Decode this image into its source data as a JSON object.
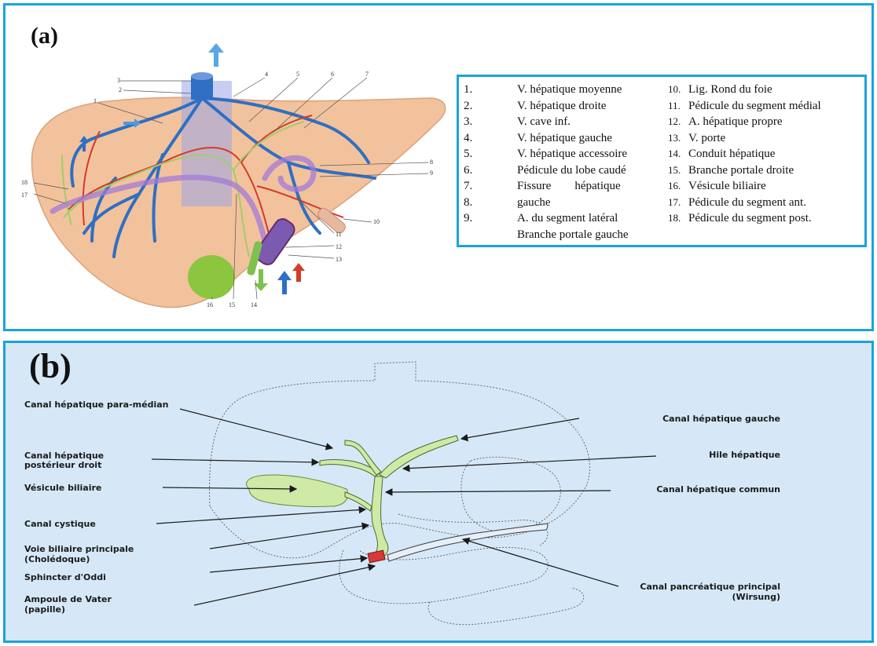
{
  "panel_a": {
    "label": "(a)",
    "figure_numbers": [
      "1",
      "2",
      "3",
      "4",
      "5",
      "6",
      "7",
      "8",
      "9",
      "10",
      "11",
      "12",
      "13",
      "14",
      "15",
      "16",
      "17",
      "18"
    ],
    "legend_left": [
      {
        "num": "1.",
        "text": "V. hépatique moyenne"
      },
      {
        "num": "2.",
        "text": "V. hépatique droite"
      },
      {
        "num": "3.",
        "text": "V. cave inf."
      },
      {
        "num": "4.",
        "text": "V. hépatique gauche"
      },
      {
        "num": "5.",
        "text": "V. hépatique accessoire"
      },
      {
        "num": "6.",
        "text": "Pédicule du lobe caudé"
      },
      {
        "num": "7.",
        "text": "Fissure        hépatique"
      },
      {
        "num": "8.",
        "text": "gauche"
      },
      {
        "num": "9.",
        "text": "A. du segment latéral"
      }
    ],
    "legend_left_continuation": "Branche portale gauche",
    "legend_right": [
      {
        "num": "10.",
        "text": "Lig. Rond du foie"
      },
      {
        "num": "11.",
        "text": "Pédicule du segment médial"
      },
      {
        "num": "12.",
        "text": "A. hépatique propre"
      },
      {
        "num": "13.",
        "text": "V. porte"
      },
      {
        "num": "14.",
        "text": "Conduit hépatique"
      },
      {
        "num": "15.",
        "text": "Branche portale droite"
      },
      {
        "num": "16.",
        "text": "Vésicule biliaire"
      },
      {
        "num": "17.",
        "text": "Pédicule du segment ant."
      },
      {
        "num": "18.",
        "text": "Pédicule du segment post."
      }
    ]
  },
  "panel_b": {
    "label": "(b)",
    "labels": {
      "para_median": "Canal hépatique para-médian",
      "posterieur_droit_1": "Canal hépatique",
      "posterieur_droit_2": "postérieur droit",
      "vesicule": "Vésicule biliaire",
      "cystique": "Canal cystique",
      "voie_biliaire_1": "Voie biliaire principale",
      "voie_biliaire_2": "(Cholédoque)",
      "sphincter": "Sphincter d'Oddi",
      "ampoule_1": "Ampoule de Vater",
      "ampoule_2": "(papille)",
      "hepatique_gauche": "Canal hépatique gauche",
      "hile": "Hile hépatique",
      "hepatique_commun": "Canal hépatique commun",
      "pancreatique_1": "Canal pancréatique principal",
      "pancreatique_2": "(Wirsung)"
    }
  },
  "colors": {
    "frame": "#1aa3dc",
    "liver": "#f2c29c",
    "vein_blue": "#2f6fc4",
    "artery_red": "#d43b2a",
    "duct_green": "#9fce6a",
    "portal_purple": "#a27bd8",
    "bile_green": "#cfe9a6",
    "sphincter_red": "#d8383a",
    "panel_b_bg": "#d6e8f8"
  }
}
